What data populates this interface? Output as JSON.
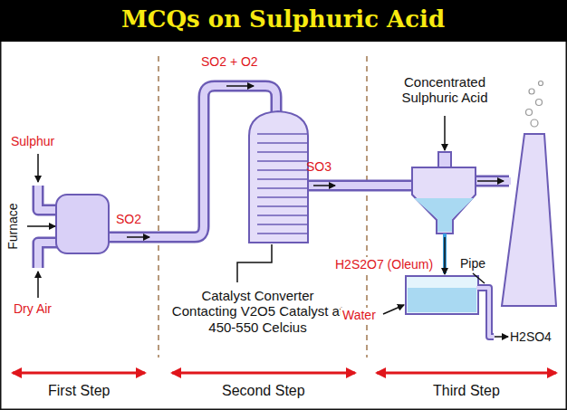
{
  "diagram": {
    "title": "MCQs on Sulphuric Acid",
    "labels": [
      "Sulphur",
      "Furnace",
      "Dry Air",
      "SO2",
      "SO2 + O2",
      "SO3",
      "Concentrated Sulphuric Acid",
      "Catalyst Converter Contacting V2O5 Catalyst at 450-550 Celcius",
      "H2S2O7 (Oleum)",
      "Pipe",
      "Water",
      "H2SO4",
      "First Step",
      "Second Step",
      "Third Step"
    ]
  }
}
